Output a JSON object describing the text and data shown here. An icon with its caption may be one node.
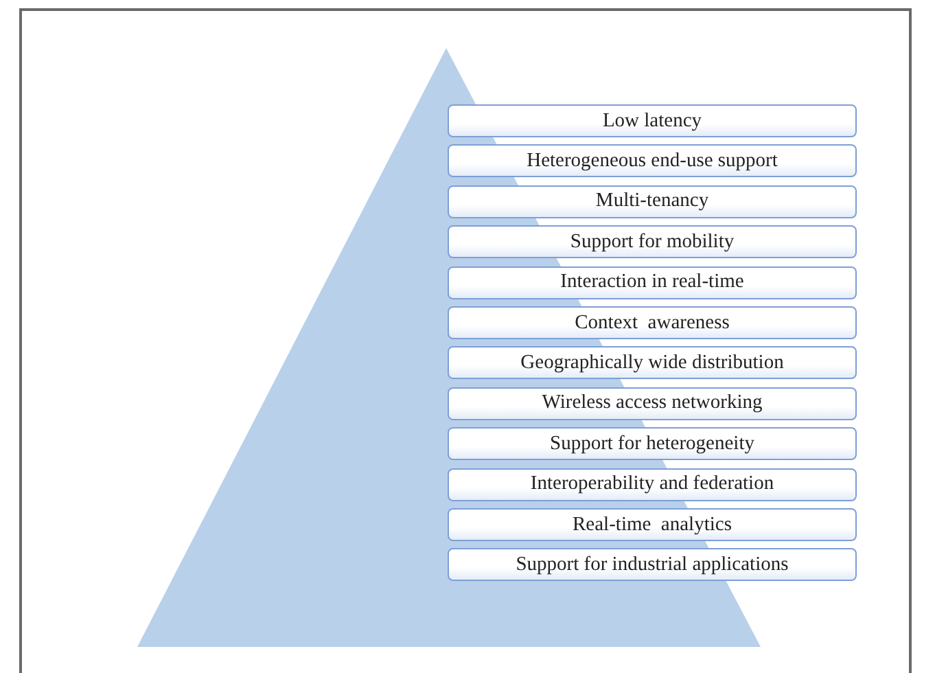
{
  "diagram": {
    "nodes": [
      {
        "text": [
          "Low latency"
        ]
      },
      {
        "text": [
          "Heterogeneous end-use support"
        ]
      },
      {
        "text": [
          "Multi-tenancy"
        ]
      },
      {
        "text": [
          "Support for mobility"
        ]
      },
      {
        "text": [
          "Interaction in real-time"
        ]
      },
      {
        "text": [
          "Context  awareness"
        ]
      },
      {
        "text": [
          "Geographically wide distribution"
        ]
      },
      {
        "text": [
          "Wireless access networking"
        ]
      },
      {
        "text": [
          "Support for heterogeneity"
        ]
      },
      {
        "text": [
          "Interoperability and federation"
        ]
      },
      {
        "text": [
          "Real-time  analytics"
        ]
      },
      {
        "text": [
          "Support for industrial applications"
        ]
      }
    ]
  }
}
